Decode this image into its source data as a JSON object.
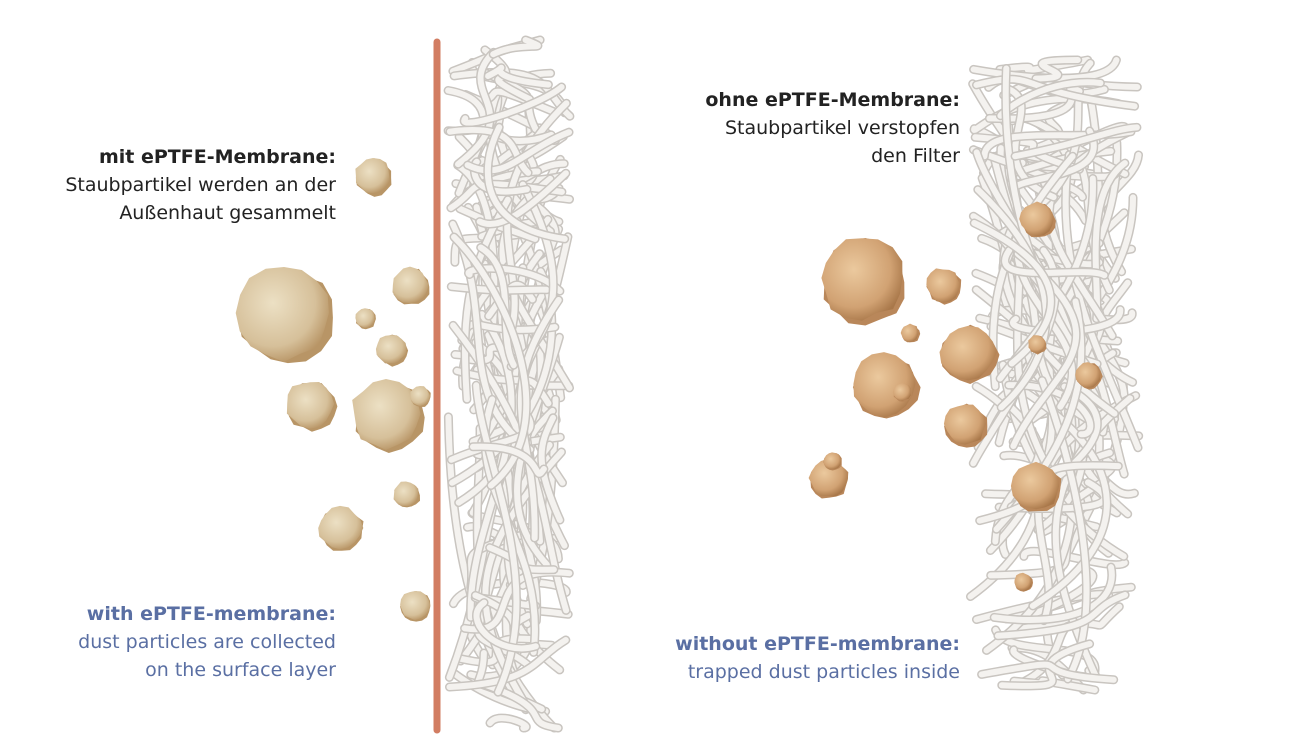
{
  "diagram": {
    "with_membrane": {
      "label_de": {
        "title": "mit ePTFE-Membrane:",
        "lines": [
          "Staubpartikel werden an der",
          "Außenhaut gesammelt"
        ]
      },
      "label_en": {
        "title": "with ePTFE-membrane:",
        "lines": [
          "dust particles are collected",
          "on the surface layer"
        ]
      }
    },
    "without_membrane": {
      "label_de": {
        "title": "ohne ePTFE-Membrane:",
        "lines": [
          "Staubpartikel verstopfen",
          "den Filter"
        ]
      },
      "label_en": {
        "title": "without ePTFE-membrane:",
        "lines": [
          "trapped dust particles inside"
        ]
      }
    }
  },
  "colors": {
    "membrane": "#d27d62",
    "fiber_fill": "#f4f2ef",
    "fiber_edge": "#c9c5c0",
    "dust_outer": "#b89566",
    "dust_inner": "#e3d3b0",
    "dust_outer_trapped": "#b9875a",
    "dust_inner_trapped": "#e0b88a",
    "text_de": "#222222",
    "text_en": "#5a6fa3"
  }
}
